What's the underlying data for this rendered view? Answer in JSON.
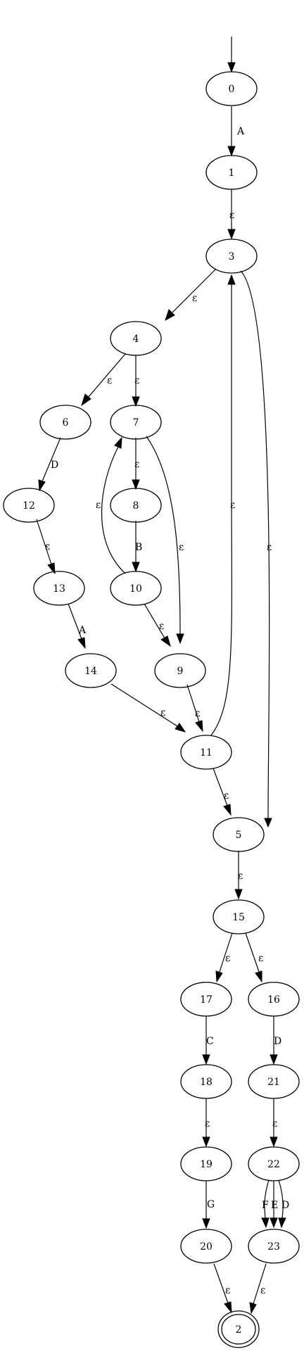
{
  "diagram": {
    "type": "automaton",
    "start_state": "0",
    "accept_states": [
      "2"
    ],
    "nodes": [
      {
        "id": "n0",
        "label": "0"
      },
      {
        "id": "n1",
        "label": "1"
      },
      {
        "id": "n3",
        "label": "3"
      },
      {
        "id": "n4",
        "label": "4"
      },
      {
        "id": "n6",
        "label": "6"
      },
      {
        "id": "n7",
        "label": "7"
      },
      {
        "id": "n12",
        "label": "12"
      },
      {
        "id": "n8",
        "label": "8"
      },
      {
        "id": "n13",
        "label": "13"
      },
      {
        "id": "n10",
        "label": "10"
      },
      {
        "id": "n14",
        "label": "14"
      },
      {
        "id": "n9",
        "label": "9"
      },
      {
        "id": "n11",
        "label": "11"
      },
      {
        "id": "n5",
        "label": "5"
      },
      {
        "id": "n15",
        "label": "15"
      },
      {
        "id": "n17",
        "label": "17"
      },
      {
        "id": "n16",
        "label": "16"
      },
      {
        "id": "n18",
        "label": "18"
      },
      {
        "id": "n21",
        "label": "21"
      },
      {
        "id": "n19",
        "label": "19"
      },
      {
        "id": "n22",
        "label": "22"
      },
      {
        "id": "n20",
        "label": "20"
      },
      {
        "id": "n23",
        "label": "23"
      },
      {
        "id": "n2",
        "label": "2"
      }
    ],
    "edges": [
      {
        "id": "e0_1",
        "from": "0",
        "to": "1",
        "label": "A"
      },
      {
        "id": "e1_3",
        "from": "1",
        "to": "3",
        "label": "ε"
      },
      {
        "id": "e3_4",
        "from": "3",
        "to": "4",
        "label": "ε"
      },
      {
        "id": "e3_5",
        "from": "3",
        "to": "5",
        "label": "ε"
      },
      {
        "id": "e4_6",
        "from": "4",
        "to": "6",
        "label": "ε"
      },
      {
        "id": "e4_7",
        "from": "4",
        "to": "7",
        "label": "ε"
      },
      {
        "id": "e6_12",
        "from": "6",
        "to": "12",
        "label": "D"
      },
      {
        "id": "e7_8",
        "from": "7",
        "to": "8",
        "label": "ε"
      },
      {
        "id": "e7_9",
        "from": "7",
        "to": "9",
        "label": "ε"
      },
      {
        "id": "e12_13",
        "from": "12",
        "to": "13",
        "label": "ε"
      },
      {
        "id": "e8_10",
        "from": "8",
        "to": "10",
        "label": "B"
      },
      {
        "id": "e10_7",
        "from": "10",
        "to": "7",
        "label": "ε"
      },
      {
        "id": "e10_9",
        "from": "10",
        "to": "9",
        "label": "ε"
      },
      {
        "id": "e13_14",
        "from": "13",
        "to": "14",
        "label": "A"
      },
      {
        "id": "e14_11",
        "from": "14",
        "to": "11",
        "label": "ε"
      },
      {
        "id": "e9_11",
        "from": "9",
        "to": "11",
        "label": "ε"
      },
      {
        "id": "e11_3",
        "from": "11",
        "to": "3",
        "label": "ε"
      },
      {
        "id": "e11_5",
        "from": "11",
        "to": "5",
        "label": "ε"
      },
      {
        "id": "e5_15",
        "from": "5",
        "to": "15",
        "label": "ε"
      },
      {
        "id": "e15_17",
        "from": "15",
        "to": "17",
        "label": "ε"
      },
      {
        "id": "e15_16",
        "from": "15",
        "to": "16",
        "label": "ε"
      },
      {
        "id": "e17_18",
        "from": "17",
        "to": "18",
        "label": "C"
      },
      {
        "id": "e16_21",
        "from": "16",
        "to": "21",
        "label": "D"
      },
      {
        "id": "e18_19",
        "from": "18",
        "to": "19",
        "label": "ε"
      },
      {
        "id": "e21_22",
        "from": "21",
        "to": "22",
        "label": "ε"
      },
      {
        "id": "e19_20",
        "from": "19",
        "to": "20",
        "label": "G"
      },
      {
        "id": "e22_23_F",
        "from": "22",
        "to": "23",
        "label": "F"
      },
      {
        "id": "e22_23_E",
        "from": "22",
        "to": "23",
        "label": "E"
      },
      {
        "id": "e22_23_D",
        "from": "22",
        "to": "23",
        "label": "D"
      },
      {
        "id": "e20_2",
        "from": "20",
        "to": "2",
        "label": "ε"
      },
      {
        "id": "e23_2",
        "from": "23",
        "to": "2",
        "label": "ε"
      }
    ]
  }
}
